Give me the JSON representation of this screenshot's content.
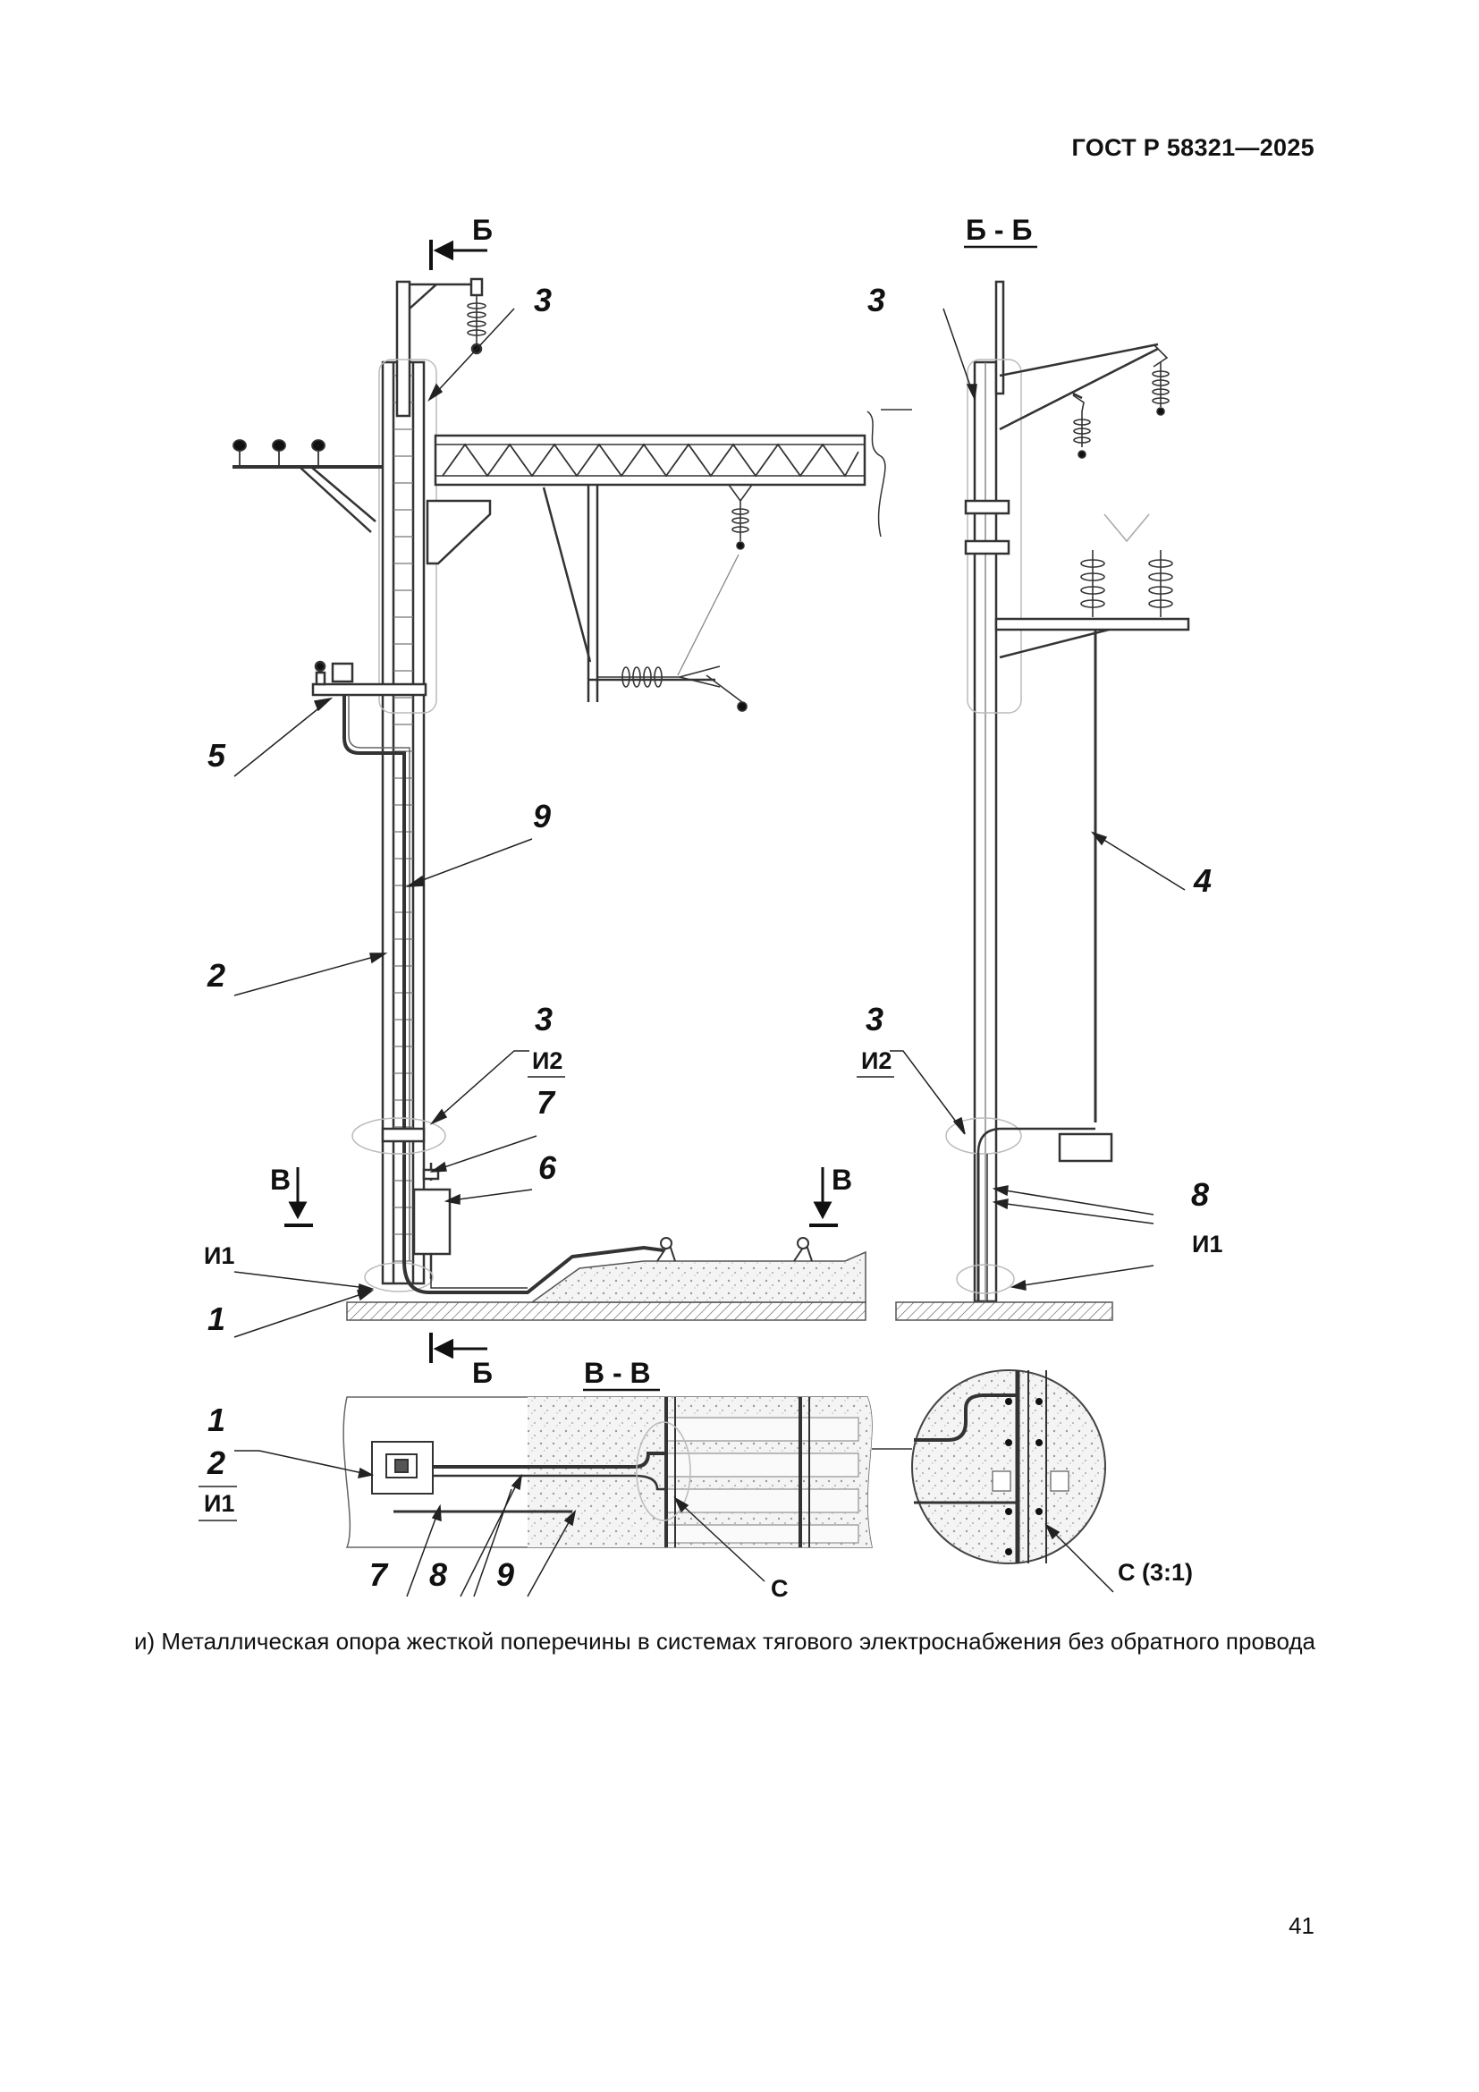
{
  "header": {
    "standard": "ГОСТ Р 58321—2025"
  },
  "drawing": {
    "section_marks": {
      "b": "Б",
      "v": "В"
    },
    "section_titles": {
      "bb": "Б - Б",
      "vv": "В - В"
    },
    "callouts": {
      "n1": "1",
      "n2": "2",
      "n3": "3",
      "n4": "4",
      "n5": "5",
      "n6": "6",
      "n7": "7",
      "n8": "8",
      "n9": "9",
      "i1": "И1",
      "i2": "И2",
      "c": "С",
      "c_detail": "С (3:1)"
    }
  },
  "caption": "и) Металлическая опора жесткой поперечины в системах тягового электроснабжения без обратного провода",
  "page_number": "41"
}
